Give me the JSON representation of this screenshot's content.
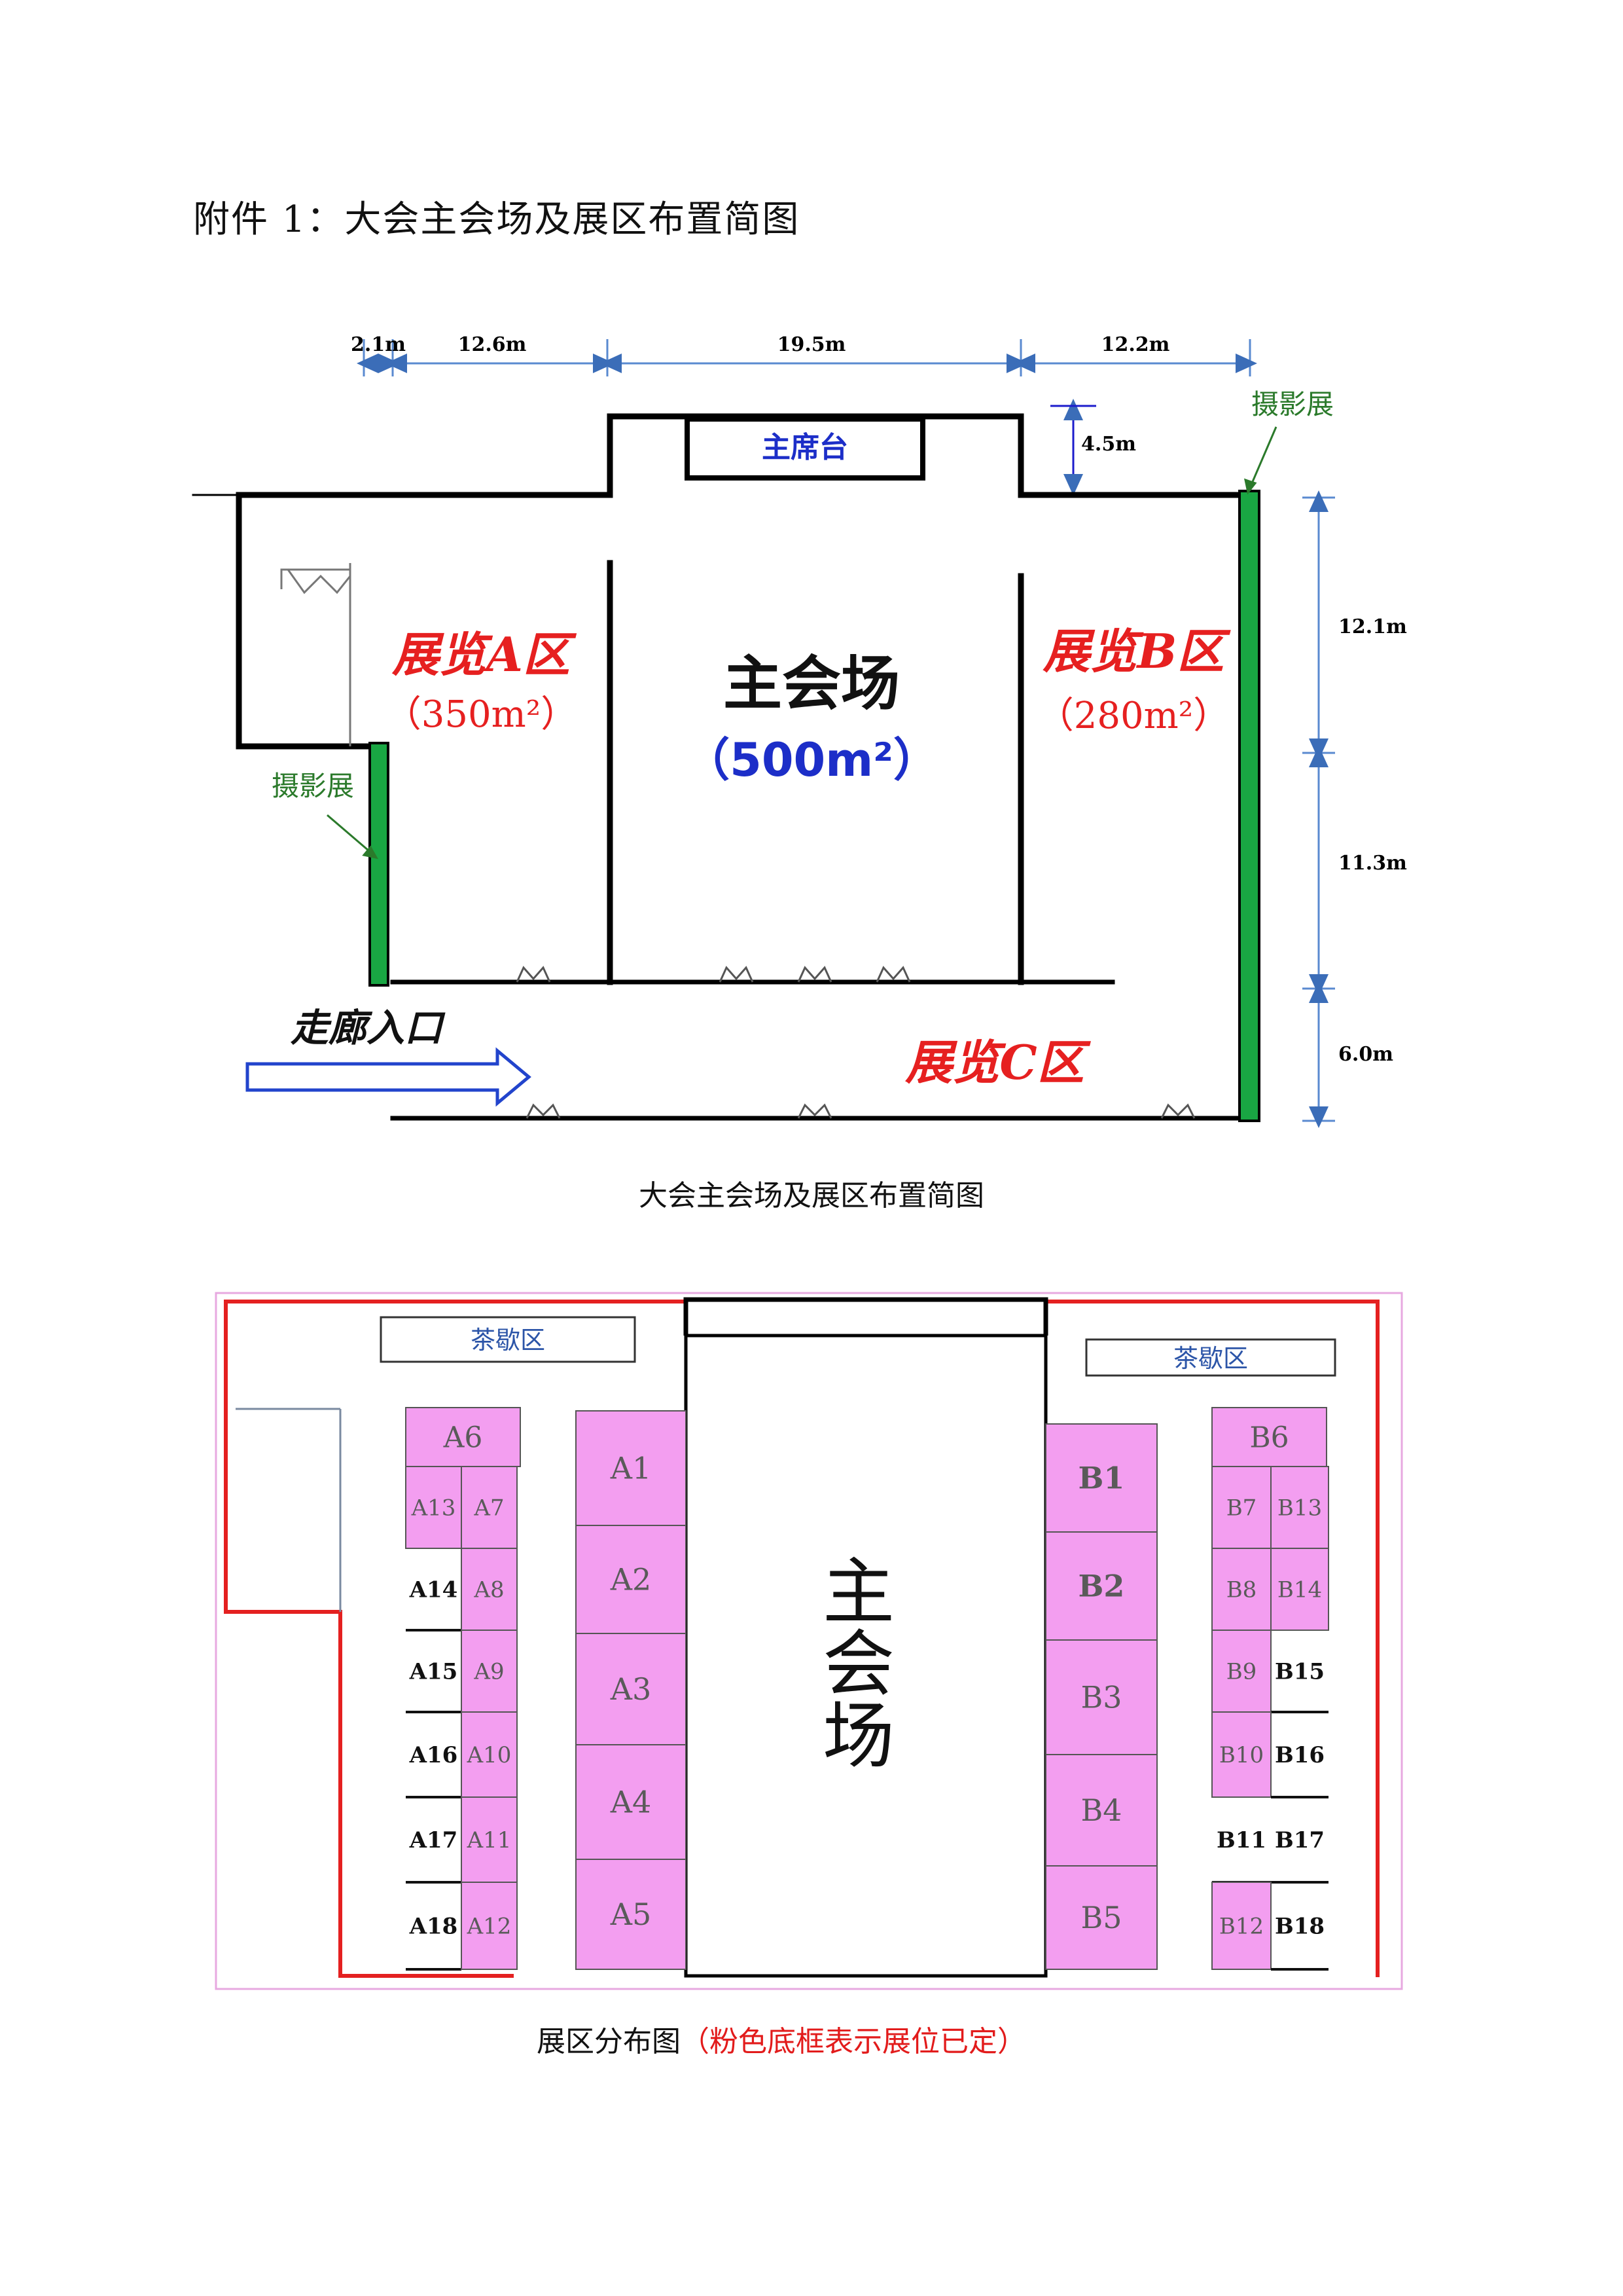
{
  "page_title": "附件 1：大会主会场及展区布置简图",
  "diagram1": {
    "caption": "大会主会场及展区布置简图",
    "top_dimensions": [
      "2.1m",
      "12.6m",
      "19.5m",
      "12.2m"
    ],
    "right_dimensions": [
      "12.1m",
      "11.3m",
      "6.0m"
    ],
    "stage_depth": "4.5m",
    "stage_label": "主席台",
    "main_hall_label": "主会场",
    "main_hall_area": "（500m²）",
    "zone_a_label": "展览A区",
    "zone_a_area": "（350m²）",
    "zone_b_label": "展览B区",
    "zone_b_area": "（280m²）",
    "zone_c_label": "展览C区",
    "photo_label_left": "摄影展",
    "photo_label_right": "摄影展",
    "corridor_label": "走廊入口"
  },
  "diagram2": {
    "caption_main": "展区分布图",
    "caption_note": "（粉色底框表示展位已定）",
    "tea_area_left": "茶歇区",
    "tea_area_right": "茶歇区",
    "main_hall_label": [
      "主",
      "会",
      "场"
    ],
    "booths_a": [
      "A6",
      "A13",
      "A7",
      "A14",
      "A8",
      "A15",
      "A9",
      "A16",
      "A10",
      "A17",
      "A11",
      "A18",
      "A12"
    ],
    "booths_a_center": [
      "A1",
      "A2",
      "A3",
      "A4",
      "A5"
    ],
    "booths_b_center": [
      "B1",
      "B2",
      "B3",
      "B4",
      "B5"
    ],
    "booths_b": [
      "B6",
      "B7",
      "B13",
      "B8",
      "B14",
      "B9",
      "B15",
      "B10",
      "B16",
      "B11",
      "B17",
      "B12",
      "B18"
    ],
    "reserved_color": "#f39ef0"
  }
}
